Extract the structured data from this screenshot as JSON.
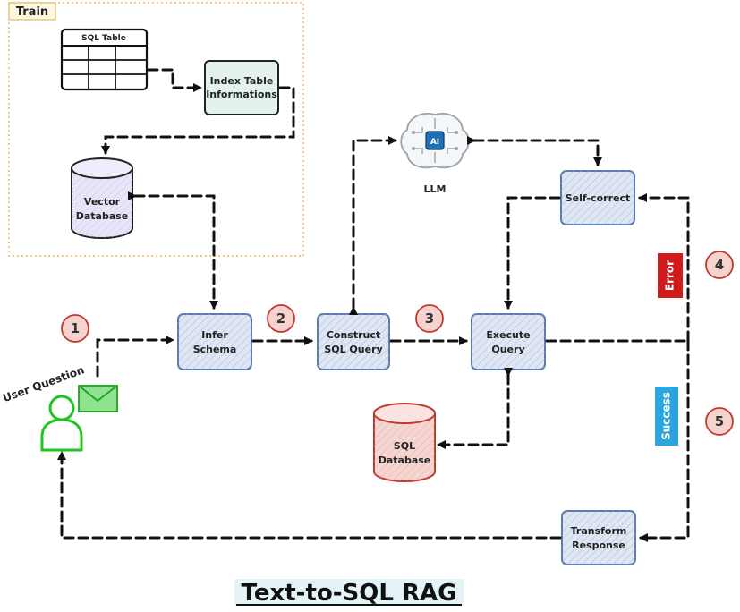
{
  "train_label": "Train",
  "nodes": {
    "sql_table": "SQL Table",
    "index_table": [
      "Index Table",
      "Informations"
    ],
    "vector_db": [
      "Vector",
      "Database"
    ],
    "llm": "LLM",
    "ai_chip": "AI",
    "self_correct": "Self-correct",
    "infer_schema": [
      "Infer",
      "Schema"
    ],
    "construct_sql": [
      "Construct",
      "SQL Query"
    ],
    "execute_query": [
      "Execute",
      "Query"
    ],
    "sql_database": [
      "SQL",
      "Database"
    ],
    "transform_response": [
      "Transform",
      "Response"
    ],
    "user_question": "User Question"
  },
  "steps": [
    "1",
    "2",
    "3",
    "4",
    "5"
  ],
  "edge_labels": {
    "error": "Error",
    "success": "Success"
  },
  "title": "Text-to-SQL RAG",
  "colors": {
    "process_fill": "#dfe6f4",
    "process_stroke": "#5b7ab0",
    "vector_fill": "#e7e5f7",
    "sqldb_fill": "#f6d6d3",
    "sqldb_stroke": "#c0392b",
    "index_fill": "#e3f2ee",
    "train_border": "#e5b865",
    "step_fill": "#f7d3d0",
    "step_stroke": "#c0392b",
    "error": "#d11a1a",
    "success": "#2aa5dd",
    "user": "#21c321",
    "title_bg": "#e3f3f8"
  }
}
